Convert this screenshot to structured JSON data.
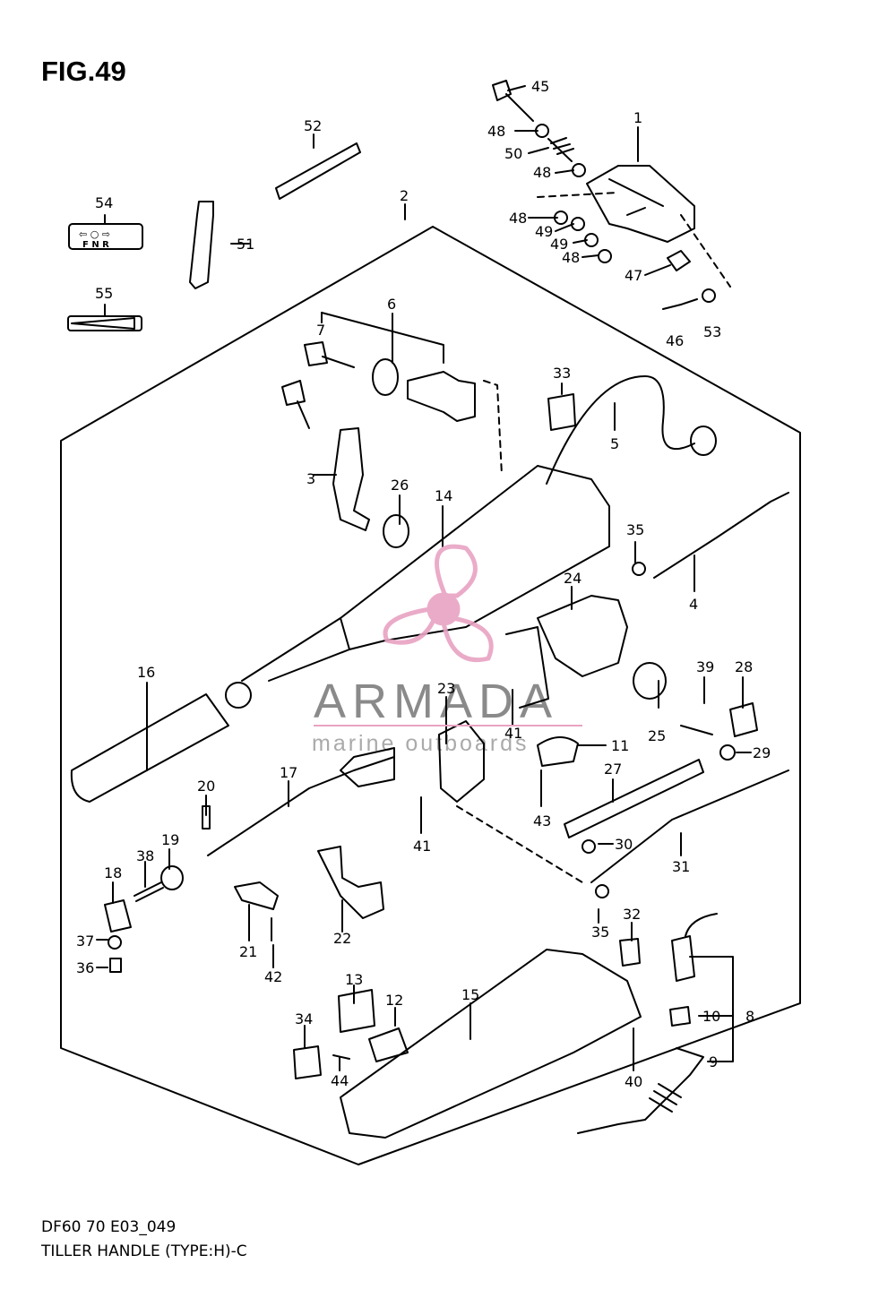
{
  "figure": {
    "title": "FIG.49",
    "code": "DF60 70 E03_049",
    "name": "TILLER HANDLE (TYPE:H)-C"
  },
  "watermark": {
    "brand": "ARMADA",
    "tagline": "marine outboards",
    "color": "#e8a3c3"
  },
  "parts": [
    "1",
    "2",
    "3",
    "4",
    "5",
    "6",
    "7",
    "8",
    "9",
    "10",
    "11",
    "12",
    "13",
    "14",
    "15",
    "16",
    "17",
    "18",
    "19",
    "20",
    "21",
    "22",
    "23",
    "24",
    "25",
    "26",
    "27",
    "28",
    "29",
    "30",
    "31",
    "32",
    "33",
    "34",
    "35",
    "36",
    "37",
    "38",
    "39",
    "40",
    "41",
    "42",
    "43",
    "44",
    "45",
    "46",
    "47",
    "48",
    "49",
    "50",
    "51",
    "52",
    "53",
    "54",
    "55"
  ],
  "callouts": [
    {
      "label": "45"
    },
    {
      "label": "1"
    },
    {
      "label": "48"
    },
    {
      "label": "50"
    },
    {
      "label": "48"
    },
    {
      "label": "52"
    },
    {
      "label": "2"
    },
    {
      "label": "54"
    },
    {
      "label": "51"
    },
    {
      "label": "48"
    },
    {
      "label": "49"
    },
    {
      "label": "49"
    },
    {
      "label": "48"
    },
    {
      "label": "47"
    },
    {
      "label": "55"
    },
    {
      "label": "46"
    },
    {
      "label": "53"
    },
    {
      "label": "6"
    },
    {
      "label": "7"
    },
    {
      "label": "33"
    },
    {
      "label": "5"
    },
    {
      "label": "3"
    },
    {
      "label": "26"
    },
    {
      "label": "14"
    },
    {
      "label": "35"
    },
    {
      "label": "4"
    },
    {
      "label": "24"
    },
    {
      "label": "16"
    },
    {
      "label": "39"
    },
    {
      "label": "28"
    },
    {
      "label": "23"
    },
    {
      "label": "41"
    },
    {
      "label": "25"
    },
    {
      "label": "11"
    },
    {
      "label": "29"
    },
    {
      "label": "17"
    },
    {
      "label": "20"
    },
    {
      "label": "27"
    },
    {
      "label": "43"
    },
    {
      "label": "19"
    },
    {
      "label": "38"
    },
    {
      "label": "18"
    },
    {
      "label": "41"
    },
    {
      "label": "30"
    },
    {
      "label": "31"
    },
    {
      "label": "37"
    },
    {
      "label": "21"
    },
    {
      "label": "22"
    },
    {
      "label": "35"
    },
    {
      "label": "32"
    },
    {
      "label": "36"
    },
    {
      "label": "42"
    },
    {
      "label": "13"
    },
    {
      "label": "12"
    },
    {
      "label": "15"
    },
    {
      "label": "8"
    },
    {
      "label": "34"
    },
    {
      "label": "10"
    },
    {
      "label": "40"
    },
    {
      "label": "9"
    },
    {
      "label": "44"
    }
  ],
  "decal": {
    "arrows": "⇦ ○ ⇨",
    "letters": "F N R"
  }
}
